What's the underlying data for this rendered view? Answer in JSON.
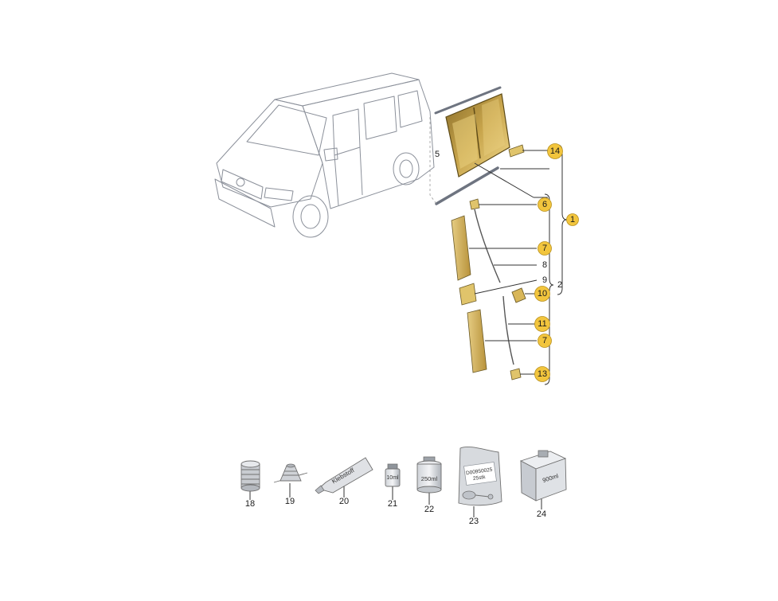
{
  "colors": {
    "badge_fill": "#f2c53d",
    "part_highlight": "#c9a64a",
    "van_body": "#dfe2e8",
    "ink": "#1a1a1a"
  },
  "labels": {
    "c1": "1",
    "c2": "2",
    "c5": "5",
    "c6": "6",
    "c7a": "7",
    "c7b": "7",
    "c8": "8",
    "c9": "9",
    "c10": "10",
    "c11": "11",
    "c13": "13",
    "c14": "14",
    "c18": "18",
    "c19": "19",
    "c20": "20",
    "c21": "21",
    "c22": "22",
    "c23": "23",
    "c24": "24"
  },
  "consumables": {
    "adhesive_tube_text": "Klebstoff",
    "bottle_small": "10ml",
    "can_medium": "250ml",
    "bag_code": "D00950025",
    "bag_quantity": "25stk",
    "canister": "900ml"
  }
}
